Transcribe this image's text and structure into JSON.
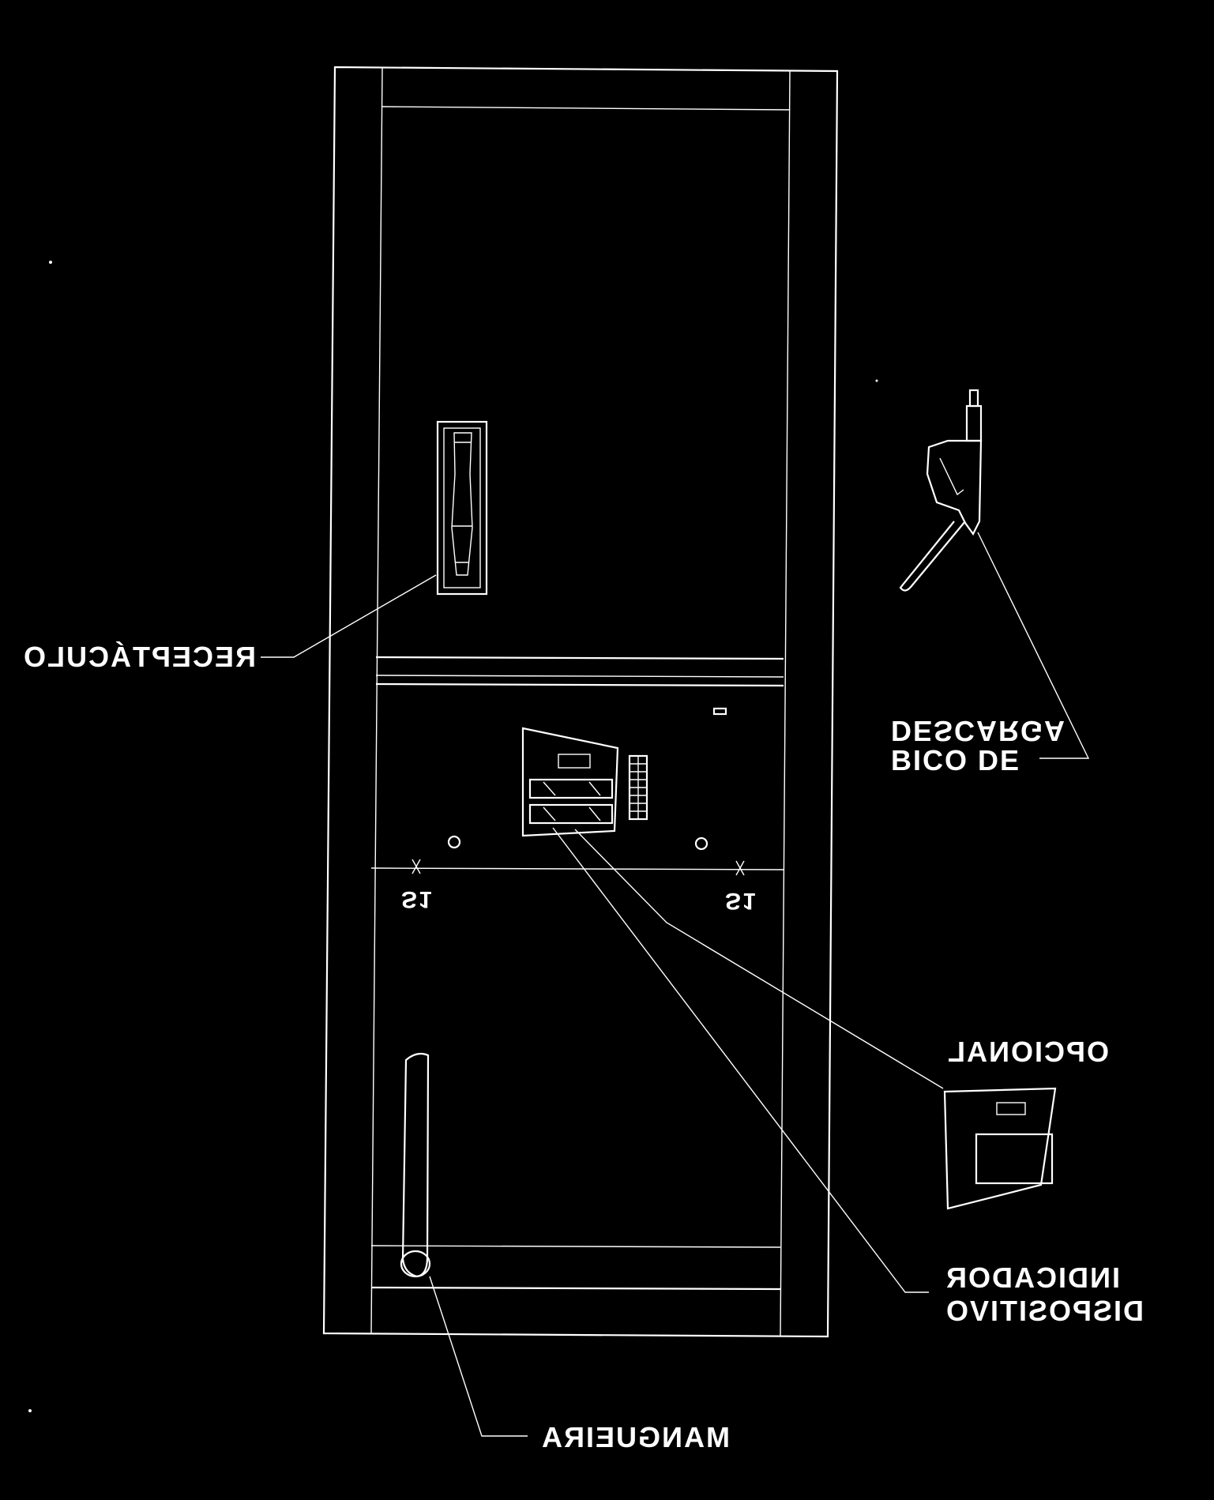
{
  "diagram": {
    "labels": {
      "receptaculo": "RECEPTÁCULO",
      "bico_line1": "BICO DE",
      "bico_line2": "DESCARGA",
      "opcional": "OPCIONAL",
      "dispositivo_line1": "DISPOSITIVO",
      "dispositivo_line2": "INDICADOR",
      "mangueira": "MANGUEIRA",
      "s1_left": "S1",
      "s1_right": "S1"
    },
    "colors": {
      "background": "#000000",
      "line": "#ffffff"
    }
  }
}
